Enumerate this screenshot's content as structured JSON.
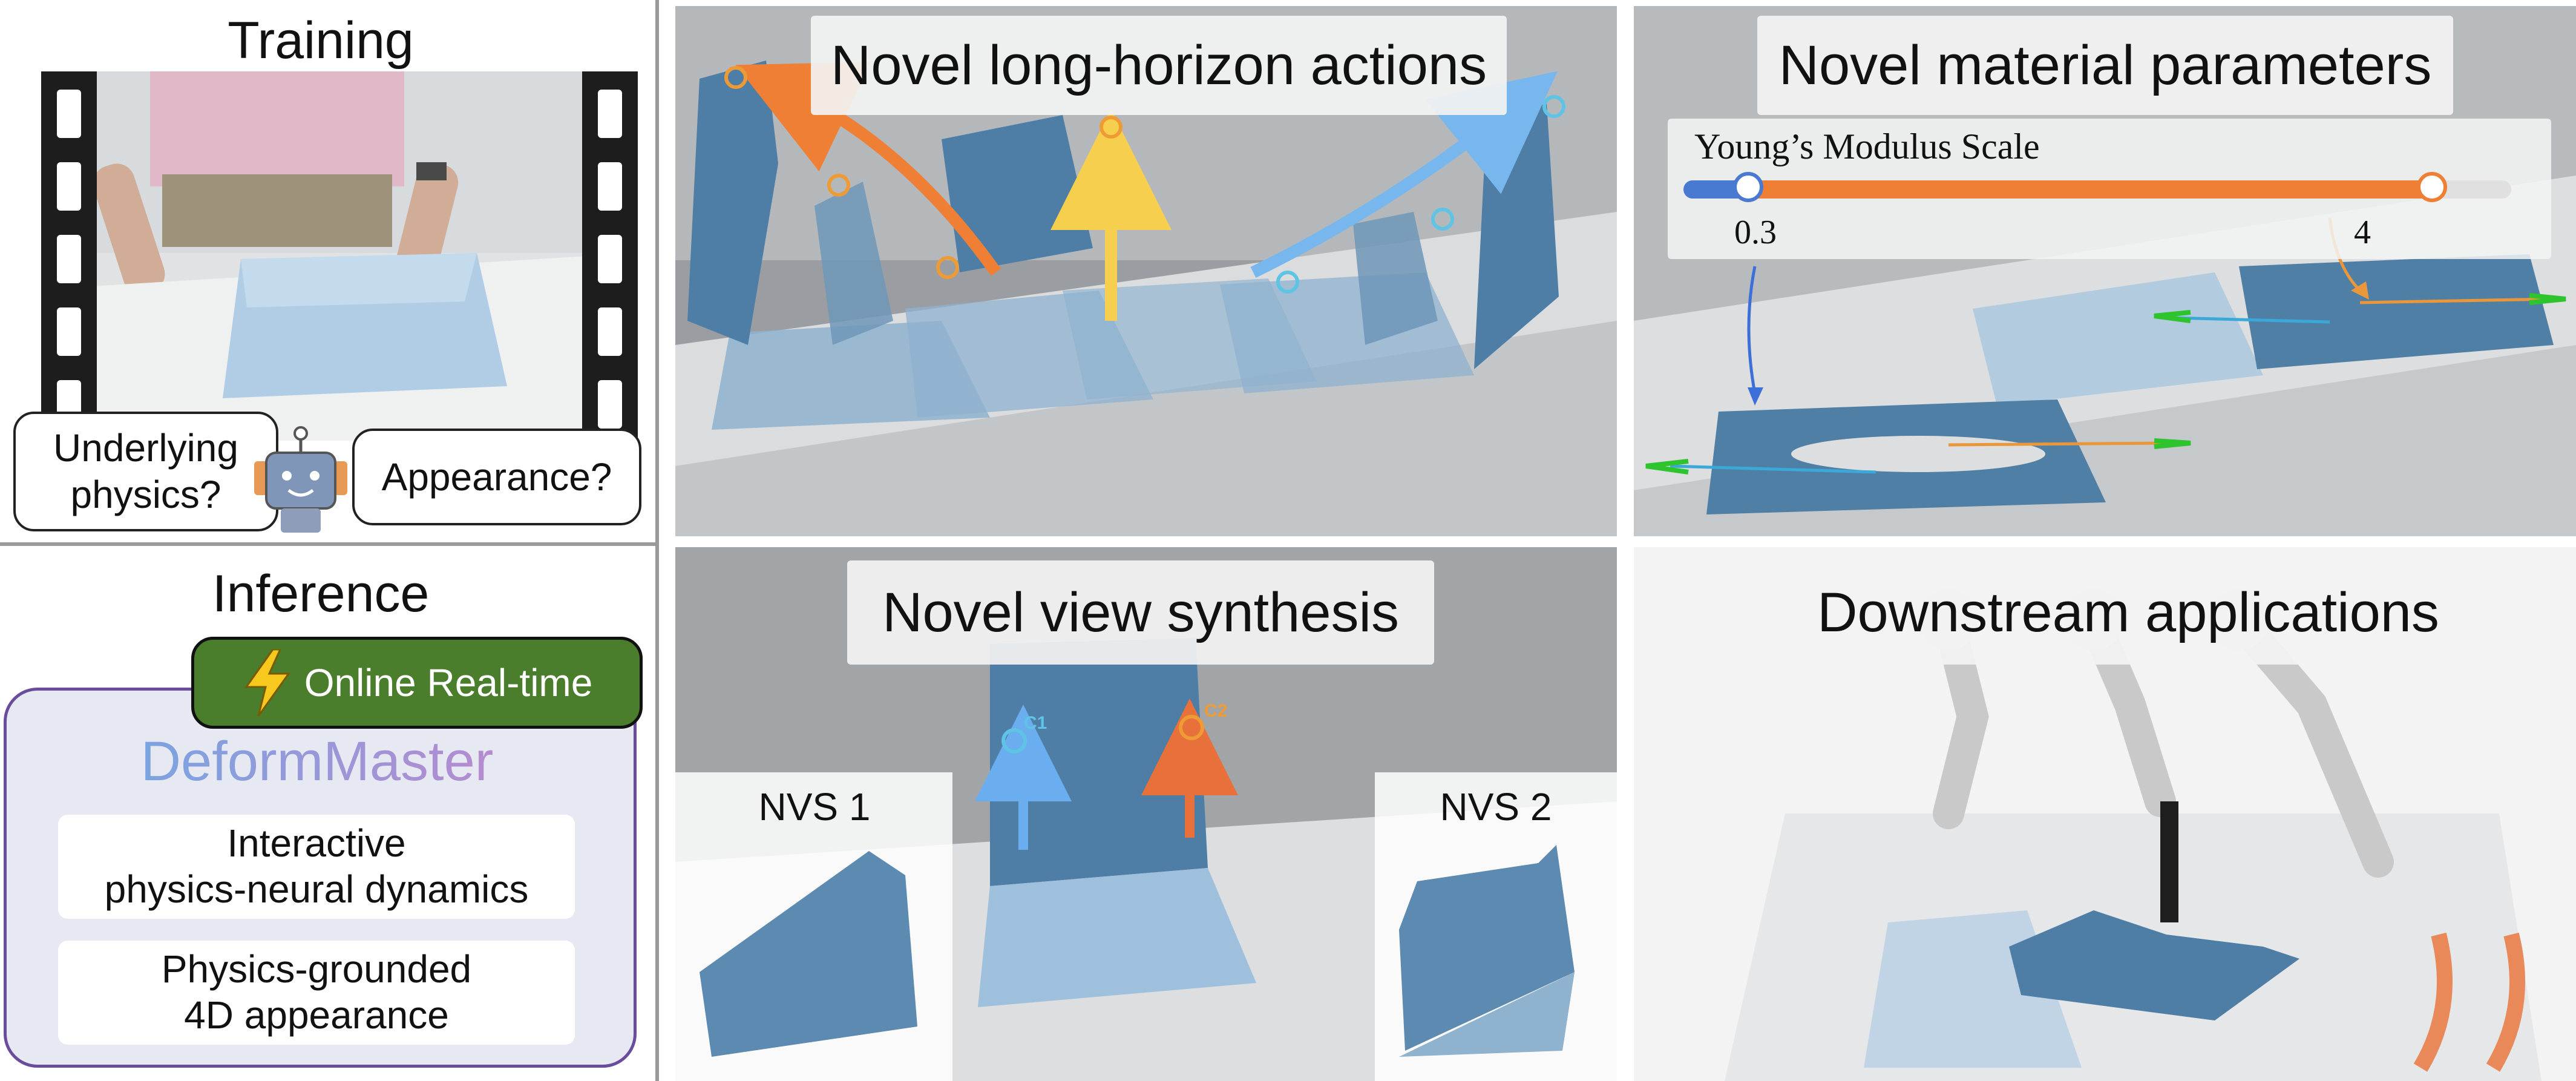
{
  "left": {
    "training_title": "Training",
    "bubble_physics": [
      "Underlying",
      "physics?"
    ],
    "bubble_appearance": "Appearance?",
    "inference_title": "Inference",
    "badge": "Online Real-time",
    "badge_icon": "lightning-icon",
    "brand": "DeformMaster",
    "box1": [
      "Interactive",
      "physics-neural dynamics"
    ],
    "box2": [
      "Physics-grounded",
      "4D appearance"
    ]
  },
  "panels": {
    "actions": "Novel long-horizon actions",
    "materials": "Novel material parameters",
    "nvs": "Novel view synthesis",
    "downstream": "Downstream applications"
  },
  "slider": {
    "label": "Young’s Modulus Scale",
    "min_label": "0.3",
    "max_label": "4",
    "min_value": 0.3,
    "max_value": 4
  },
  "nvs": {
    "left": "NVS 1",
    "right": "NVS 2"
  },
  "control_points": {
    "c1": "C1",
    "c2": "C2"
  },
  "colors": {
    "orange": "#ee7f35",
    "yellow": "#f7cf4f",
    "blue": "#78b6ee",
    "badge_green": "#4a7d2c",
    "purple_border": "#6a4c9c",
    "brand_start": "#7ba4e0",
    "brand_end": "#b58bd0",
    "cloth": "#5a86ad"
  }
}
